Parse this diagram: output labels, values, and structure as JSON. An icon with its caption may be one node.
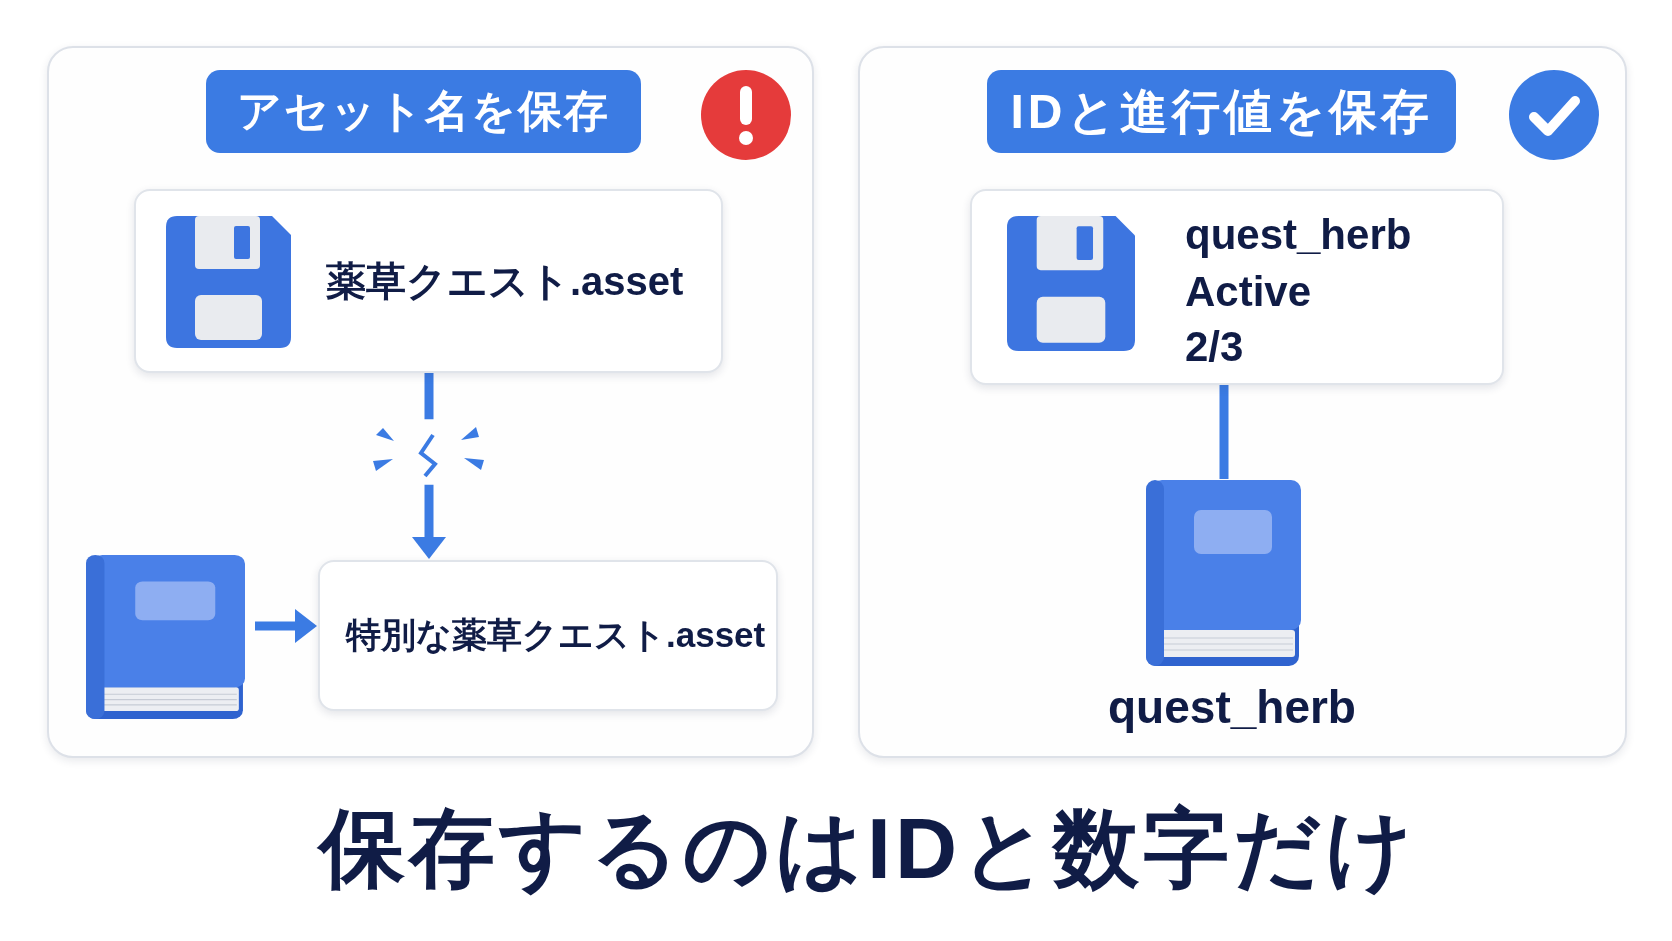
{
  "diagram": {
    "caption": "保存するのはIDと数字だけ",
    "nodes": [
      {
        "text": [],
        "shape": "box"
      },
      {
        "text": [
          "アセット名を保存"
        ],
        "in": 0
      },
      {
        "text": [
          "薬草クエスト.asset"
        ],
        "in": 0
      },
      {
        "text": [],
        "shape": "picture",
        "in": 0
      },
      {
        "text": [
          "特別な薬草クエスト.asset"
        ],
        "in": 0
      },
      {
        "text": [],
        "shape": "box"
      },
      {
        "text": [
          "IDと進行値を保存"
        ],
        "in": 5
      },
      {
        "text": [
          "quest_herb",
          "Active",
          "2/3"
        ],
        "in": 5
      },
      {
        "text": [],
        "shape": "picture",
        "in": 5,
        "beside": [
          "quest_herb"
        ]
      }
    ],
    "edges": [
      {
        "from": 2,
        "to": 4,
        "arrow": "to",
        "style": "dashed"
      },
      {
        "from": 3,
        "to": 4,
        "arrow": "to"
      },
      {
        "from": 7,
        "to": 8,
        "arrow": "none"
      }
    ]
  }
}
